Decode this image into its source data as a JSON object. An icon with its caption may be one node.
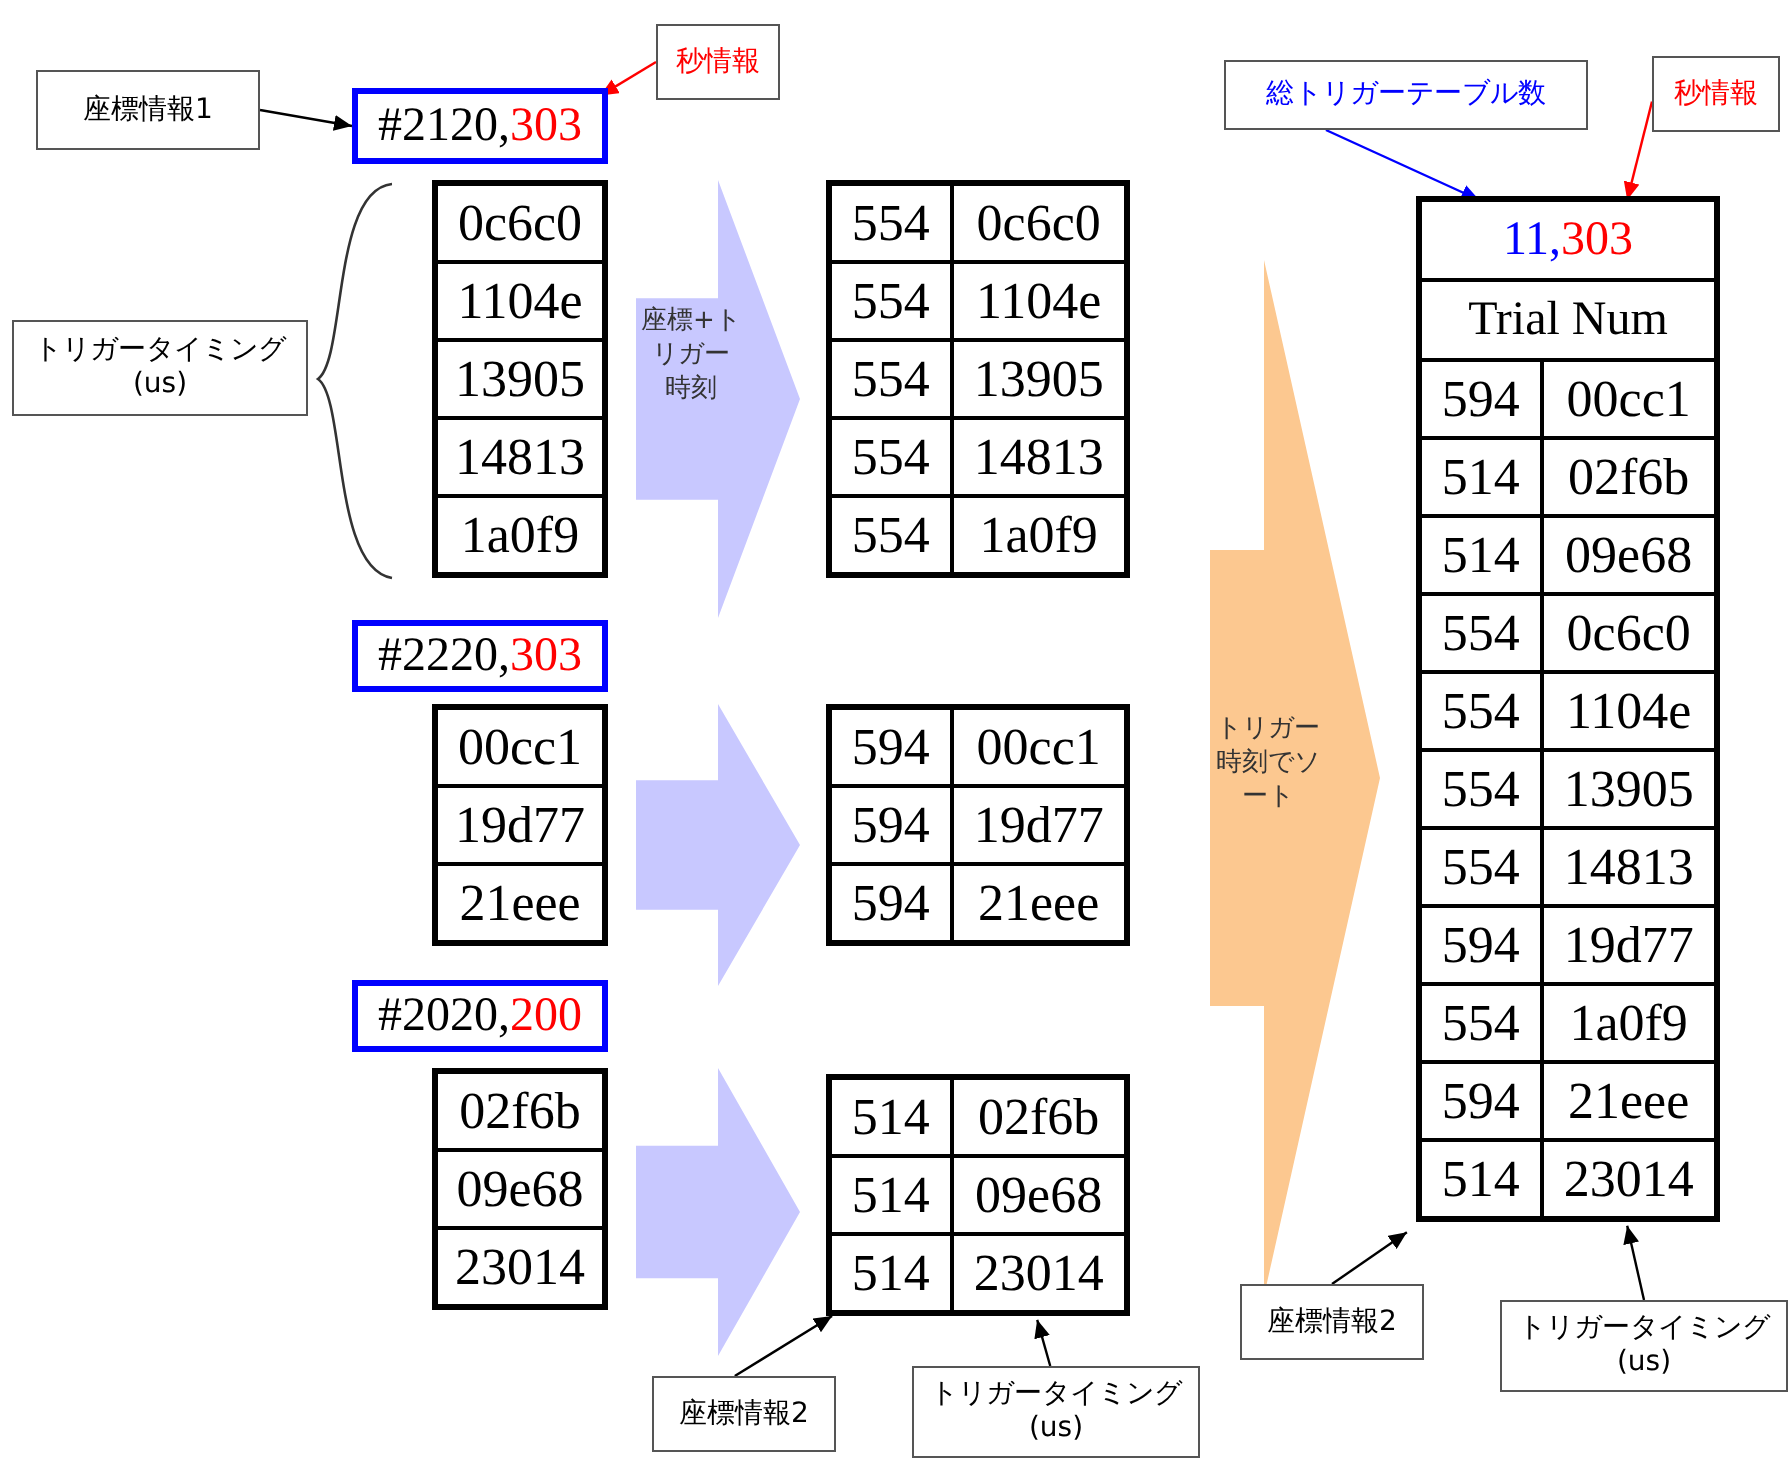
{
  "diagram": {
    "nodes": [
      {
        "text": [
          "座標情報1"
        ]
      },
      {
        "text": [
          "秒情報"
        ]
      },
      {
        "text": [
          "#2120,",
          "303"
        ]
      },
      {
        "text": [
          "トリガータイミング (us)"
        ]
      },
      {
        "text": [],
        "shape": "box"
      },
      {
        "text": [
          "0c6c0"
        ],
        "in": 4
      },
      {
        "text": [
          "1104e"
        ],
        "in": 4
      },
      {
        "text": [
          "13905"
        ],
        "in": 4
      },
      {
        "text": [
          "14813"
        ],
        "in": 4
      },
      {
        "text": [
          "1a0f9"
        ],
        "in": 4
      },
      {
        "text": [],
        "shape": "box"
      },
      {
        "text": [
          "554",
          "0c6c0"
        ],
        "in": 10
      },
      {
        "text": [
          "554",
          "1104e"
        ],
        "in": 10
      },
      {
        "text": [
          "554",
          "13905"
        ],
        "in": 10
      },
      {
        "text": [
          "554",
          "14813"
        ],
        "in": 10
      },
      {
        "text": [
          "554",
          "1a0f9"
        ],
        "in": 10
      },
      {
        "text": [
          "#2220,",
          "303"
        ]
      },
      {
        "text": [],
        "shape": "box"
      },
      {
        "text": [
          "00cc1"
        ],
        "in": 17
      },
      {
        "text": [
          "19d77"
        ],
        "in": 17
      },
      {
        "text": [
          "21eee"
        ],
        "in": 17
      },
      {
        "text": [],
        "shape": "box"
      },
      {
        "text": [
          "594",
          "00cc1"
        ],
        "in": 21
      },
      {
        "text": [
          "594",
          "19d77"
        ],
        "in": 21
      },
      {
        "text": [
          "594",
          "21eee"
        ],
        "in": 21
      },
      {
        "text": [
          "#2020,",
          "200"
        ]
      },
      {
        "text": [],
        "shape": "box"
      },
      {
        "text": [
          "02f6b"
        ],
        "in": 26
      },
      {
        "text": [
          "09e68"
        ],
        "in": 26
      },
      {
        "text": [
          "23014"
        ],
        "in": 26
      },
      {
        "text": [],
        "shape": "box"
      },
      {
        "text": [
          "514",
          "02f6b"
        ],
        "in": 30
      },
      {
        "text": [
          "514",
          "09e68"
        ],
        "in": 30
      },
      {
        "text": [
          "514",
          "23014"
        ],
        "in": 30
      },
      {
        "text": [
          "座標情報2"
        ]
      },
      {
        "text": [
          "トリガータイミング (us)"
        ]
      },
      {
        "text": [
          "総トリガーテーブル数"
        ]
      },
      {
        "text": [
          "秒情報"
        ]
      },
      {
        "text": [],
        "shape": "box"
      },
      {
        "text": [
          "11,",
          "303"
        ],
        "in": 38
      },
      {
        "text": [
          "Trial Num"
        ],
        "in": 38
      },
      {
        "text": [
          "594",
          "00cc1"
        ],
        "in": 38
      },
      {
        "text": [
          "514",
          "02f6b"
        ],
        "in": 38
      },
      {
        "text": [
          "514",
          "09e68"
        ],
        "in": 38
      },
      {
        "text": [
          "554",
          "0c6c0"
        ],
        "in": 38
      },
      {
        "text": [
          "554",
          "1104e"
        ],
        "in": 38
      },
      {
        "text": [
          "554",
          "13905"
        ],
        "in": 38
      },
      {
        "text": [
          "554",
          "14813"
        ],
        "in": 38
      },
      {
        "text": [
          "594",
          "19d77"
        ],
        "in": 38
      },
      {
        "text": [
          "554",
          "1a0f9"
        ],
        "in": 38
      },
      {
        "text": [
          "594",
          "21eee"
        ],
        "in": 38
      },
      {
        "text": [
          "514",
          "23014"
        ],
        "in": 38
      },
      {
        "text": [
          "座標情報2"
        ]
      },
      {
        "text": [
          "トリガータイミング (us)"
        ]
      }
    ],
    "edges": [
      {
        "from": 0,
        "to": 2,
        "arrow": "to"
      },
      {
        "from": 1,
        "to": 2,
        "arrow": "to",
        "color": "#ff0000"
      },
      {
        "from": 4,
        "to": 10,
        "arrow": "to",
        "label": "座標+トリガー時刻",
        "color": "#c8c8ff"
      },
      {
        "from": 17,
        "to": 21,
        "arrow": "to",
        "color": "#c8c8ff"
      },
      {
        "from": 26,
        "to": 30,
        "arrow": "to",
        "color": "#c8c8ff"
      },
      {
        "from": 10,
        "to": 38,
        "arrow": "to",
        "label": "トリガー時刻でソート",
        "color": "#fcc890"
      },
      {
        "from": 21,
        "to": 38,
        "arrow": "to",
        "color": "#fcc890"
      },
      {
        "from": 30,
        "to": 38,
        "arrow": "to",
        "color": "#fcc890"
      },
      {
        "from": 34,
        "to": 30,
        "arrow": "to"
      },
      {
        "from": 35,
        "to": 33,
        "arrow": "to"
      },
      {
        "from": 36,
        "to": 39,
        "arrow": "to",
        "color": "#0000ff"
      },
      {
        "from": 37,
        "to": 39,
        "arrow": "to",
        "color": "#ff0000"
      },
      {
        "from": 52,
        "to": 38,
        "arrow": "to"
      },
      {
        "from": 53,
        "to": 51,
        "arrow": "to"
      }
    ]
  }
}
